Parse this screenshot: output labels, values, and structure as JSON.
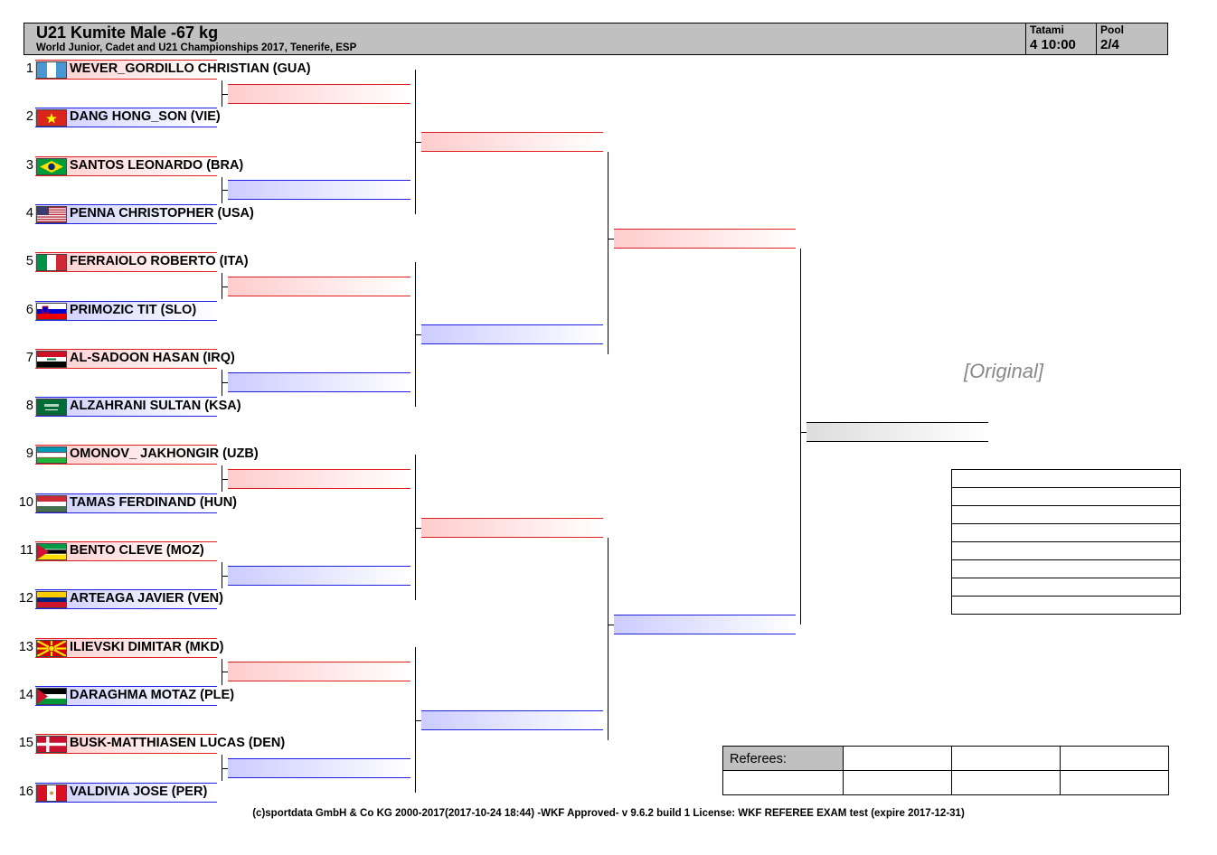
{
  "header": {
    "title": "U21 Kumite Male -67 kg",
    "subtitle": "World Junior, Cadet and U21 Championships 2017, Tenerife, ESP",
    "tatami_label": "Tatami",
    "tatami_value": "4 10:00",
    "pool_label": "Pool",
    "pool_value": "2/4"
  },
  "athletes": [
    {
      "num": "1",
      "name": "WEVER_GORDILLO CHRISTIAN (GUA)",
      "corner": "red",
      "flag": "GUA"
    },
    {
      "num": "2",
      "name": "DANG HONG_SON (VIE)",
      "corner": "blue",
      "flag": "VIE"
    },
    {
      "num": "3",
      "name": "SANTOS LEONARDO (BRA)",
      "corner": "red",
      "flag": "BRA"
    },
    {
      "num": "4",
      "name": "PENNA CHRISTOPHER (USA)",
      "corner": "blue",
      "flag": "USA"
    },
    {
      "num": "5",
      "name": "FERRAIOLO ROBERTO (ITA)",
      "corner": "red",
      "flag": "ITA"
    },
    {
      "num": "6",
      "name": "PRIMOZIC TIT (SLO)",
      "corner": "blue",
      "flag": "SLO"
    },
    {
      "num": "7",
      "name": "AL-SADOON HASAN (IRQ)",
      "corner": "red",
      "flag": "IRQ"
    },
    {
      "num": "8",
      "name": "ALZAHRANI SULTAN (KSA)",
      "corner": "blue",
      "flag": "KSA"
    },
    {
      "num": "9",
      "name": "OMONOV_ JAKHONGIR (UZB)",
      "corner": "red",
      "flag": "UZB"
    },
    {
      "num": "10",
      "name": "TAMAS FERDINAND (HUN)",
      "corner": "blue",
      "flag": "HUN"
    },
    {
      "num": "11",
      "name": "BENTO CLEVE (MOZ)",
      "corner": "red",
      "flag": "MOZ"
    },
    {
      "num": "12",
      "name": "ARTEAGA JAVIER (VEN)",
      "corner": "blue",
      "flag": "VEN"
    },
    {
      "num": "13",
      "name": "ILIEVSKI DIMITAR (MKD)",
      "corner": "red",
      "flag": "MKD"
    },
    {
      "num": "14",
      "name": "DARAGHMA MOTAZ (PLE)",
      "corner": "blue",
      "flag": "PLE"
    },
    {
      "num": "15",
      "name": "BUSK-MATTHIASEN LUCAS (DEN)",
      "corner": "red",
      "flag": "DEN"
    },
    {
      "num": "16",
      "name": "VALDIVIA JOSE (PER)",
      "corner": "blue",
      "flag": "PER"
    }
  ],
  "colors": {
    "red": "#e02020",
    "blue": "#2020e0",
    "header_gray": "#c0c0c0"
  },
  "watermark": "[Original]",
  "referees_label": "Referees:",
  "footer": "(c)sportdata GmbH & Co KG 2000-2017(2017-10-24 18:44) -WKF Approved- v 9.6.2 build 1 License: WKF REFEREE EXAM test (expire 2017-12-31)"
}
